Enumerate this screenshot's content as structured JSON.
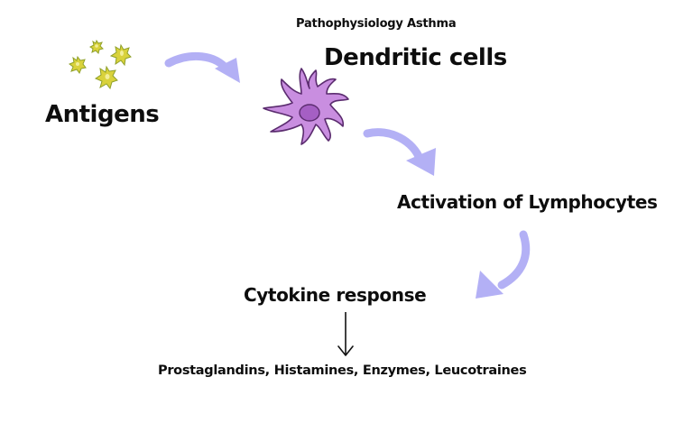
{
  "diagram": {
    "title": "Pathophysiology Asthma",
    "nodes": {
      "antigens": "Antigens",
      "dendritic_cells": "Dendritic cells",
      "activation": "Activation of Lymphocytes",
      "cytokine": "Cytokine response",
      "products": "Prostaglandins, Histamines, Enzymes, Leucotraines"
    },
    "flow": [
      {
        "from": "Antigens",
        "to": "Dendritic cells",
        "arrow": "curved-arrow"
      },
      {
        "from": "Dendritic cells",
        "to": "Activation of Lymphocytes",
        "arrow": "curved-arrow"
      },
      {
        "from": "Activation of Lymphocytes",
        "to": "Cytokine response",
        "arrow": "curved-arrow"
      },
      {
        "from": "Cytokine response",
        "to": "Prostaglandins, Histamines, Enzymes, Leucotraines",
        "arrow": "straight-down-arrow"
      }
    ],
    "colors": {
      "arrow": "#b3b0f5",
      "cell_body": "#c98ee0",
      "cell_outline": "#5b2c6f",
      "nucleus": "#a55fc4",
      "antigen": "#d9d23c",
      "antigen_dark": "#8fa02a",
      "text": "#0d0d0d"
    }
  }
}
